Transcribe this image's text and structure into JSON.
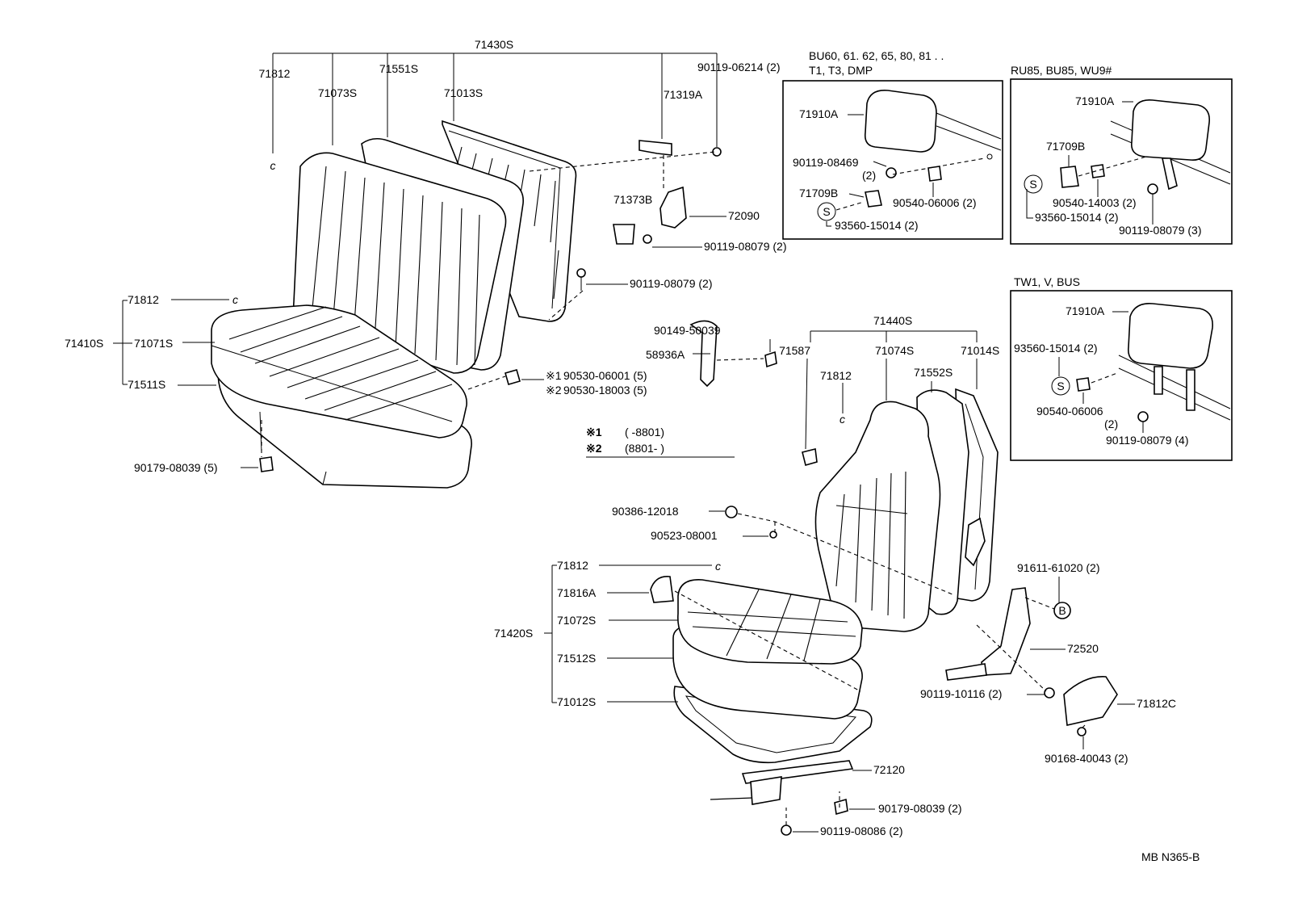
{
  "callouts": {
    "c71430S": "71430S",
    "c71812_top": "71812",
    "c71073S": "71073S",
    "c71551S": "71551S",
    "c71013S": "71013S",
    "c71319A": "71319A",
    "c90119_06214": "90119-06214 (2)",
    "c71373B": "71373B",
    "c72090": "72090",
    "c90119_08079_a": "90119-08079 (2)",
    "c90119_08079_b": "90119-08079 (2)",
    "c71812_mid": "71812",
    "c71410S": "71410S",
    "c71071S": "71071S",
    "c71511S": "71511S",
    "c90530_06001": "90530-06001 (5)",
    "c90530_18003": "90530-18003 (5)",
    "c90179_08039_a": "90179-08039 (5)",
    "c58936A": "58936A",
    "c90149_50039": "90149-50039",
    "c71440S": "71440S",
    "c71587": "71587",
    "c71074S": "71074S",
    "c71014S": "71014S",
    "c71812_r": "71812",
    "c71552S": "71552S",
    "c90386_12018": "90386-12018",
    "c90523_08001": "90523-08001",
    "c71812_low": "71812",
    "c71816A": "71816A",
    "c71072S": "71072S",
    "c71420S": "71420S",
    "c71512S": "71512S",
    "c71012S": "71012S",
    "c91611_61020": "91611-61020 (2)",
    "c72520": "72520",
    "c90119_10116": "90119-10116 (2)",
    "c71812C": "71812C",
    "c90168_40043": "90168-40043 (2)",
    "c72120": "72120",
    "c90179_08039_b": "90179-08039 (2)",
    "c90119_08086": "90119-08086 (2)"
  },
  "marks": {
    "m1": "※1",
    "m2": "※2",
    "circle_s": "S",
    "circle_b": "B"
  },
  "note": {
    "m1": "※1",
    "m2": "※2",
    "r1": "(      -8801)",
    "r2": "(8801-        )"
  },
  "inset1": {
    "title1": "BU60, 61. 62, 65, 80, 81 . .",
    "title2": "T1, T3, DMP",
    "p71910A": "71910A",
    "p90119_08469": "90119-08469",
    "p90119_08469_q": "(2)",
    "p71709B": "71709B",
    "p90540_06006": "90540-06006 (2)",
    "p93560_15014": "93560-15014 (2)"
  },
  "inset2": {
    "title": "RU85, BU85, WU9#",
    "p71910A": "71910A",
    "p71709B": "71709B",
    "p90540_14003": "90540-14003 (2)",
    "p93560_15014": "93560-15014 (2)",
    "p90119_08079": "90119-08079 (3)"
  },
  "inset3": {
    "title": "TW1, V, BUS",
    "p71910A": "71910A",
    "p93560_15014": "93560-15014 (2)",
    "p90540_06006": "90540-06006",
    "p90540_06006_q": "(2)",
    "p90119_08079": "90119-08079 (4)"
  },
  "drawing_code": "MB N365-B"
}
